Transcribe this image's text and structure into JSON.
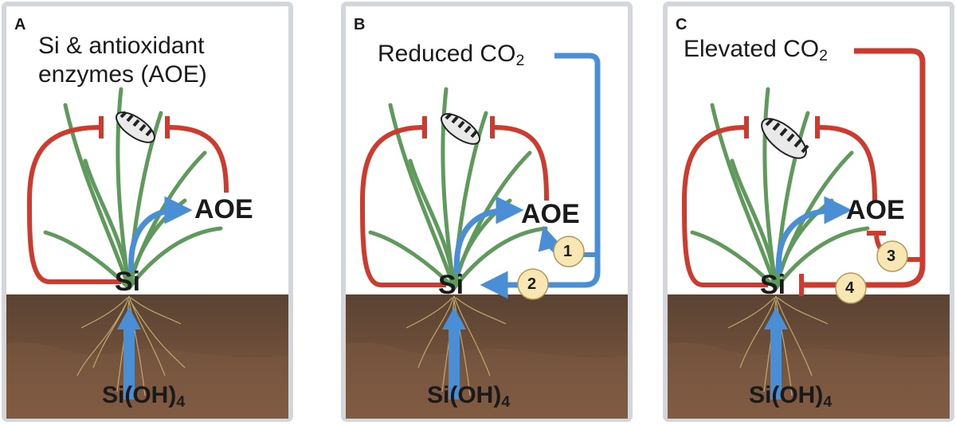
{
  "panels": [
    {
      "letter": "A",
      "title_lines": [
        "Si & antioxidant",
        "enzymes (AOE)"
      ],
      "si_label": "Si",
      "aoe_label": "AOE",
      "sioh_main": "Si(OH)",
      "sioh_sub": "4",
      "markers": []
    },
    {
      "letter": "B",
      "title_main": "Reduced CO",
      "title_sub": "2",
      "si_label": "Si",
      "aoe_label": "AOE",
      "sioh_main": "Si(OH)",
      "sioh_sub": "4",
      "markers": [
        "1",
        "2"
      ]
    },
    {
      "letter": "C",
      "title_main": "Elevated CO",
      "title_sub": "2",
      "si_label": "Si",
      "aoe_label": "AOE",
      "sioh_main": "Si(OH)",
      "sioh_sub": "4",
      "markers": [
        "3",
        "4"
      ]
    }
  ],
  "colors": {
    "promote_arrow": "#4a8fd6",
    "inhibit_arrow": "#cc3b2e",
    "soil_top": "#5a4232",
    "soil_bottom": "#8a6247",
    "plant": "#5f9a5c",
    "panel_border": "#d3d7db",
    "marker_fill": "#f8e7b3"
  }
}
